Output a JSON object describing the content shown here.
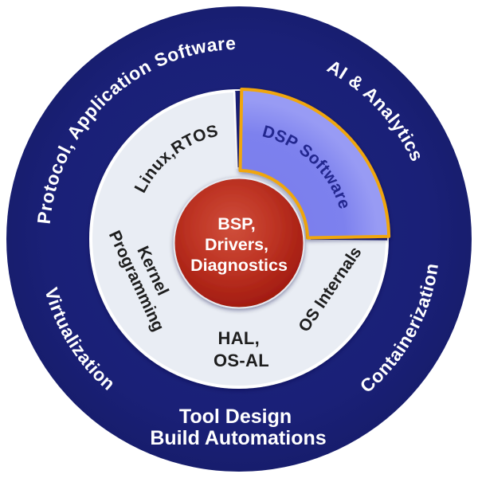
{
  "diagram": {
    "type": "onion-ring-diagram",
    "colors": {
      "outer_ring": "#1a2077",
      "middle_ring": "#e9edf4",
      "middle_ring_border": "#ffffff",
      "center_circle": "#b02a1a",
      "wedge_fill": "#7d81ee",
      "wedge_border": "#f0a60e",
      "wedge_text": "#23278f",
      "text_light": "#ffffff",
      "text_dark": "#1e1e1e"
    },
    "outer_ring": {
      "top_left_label": "Protocol, Application Software",
      "top_right_label": "AI & Analytics",
      "left_label": "Virtualization",
      "right_label": "Containerization",
      "bottom_label_lines": [
        "Tool Design",
        "Build Automations"
      ]
    },
    "middle_ring": {
      "top_left_label": "Linux,RTOS",
      "left_label_lines": [
        "Kernel",
        "Programming"
      ],
      "bottom_label_lines": [
        "HAL,",
        "OS-AL"
      ],
      "right_label": "OS Internals",
      "wedge_label": "DSP Software"
    },
    "center": {
      "label_lines": [
        "BSP,",
        "Drivers,",
        "Diagnostics"
      ]
    }
  }
}
